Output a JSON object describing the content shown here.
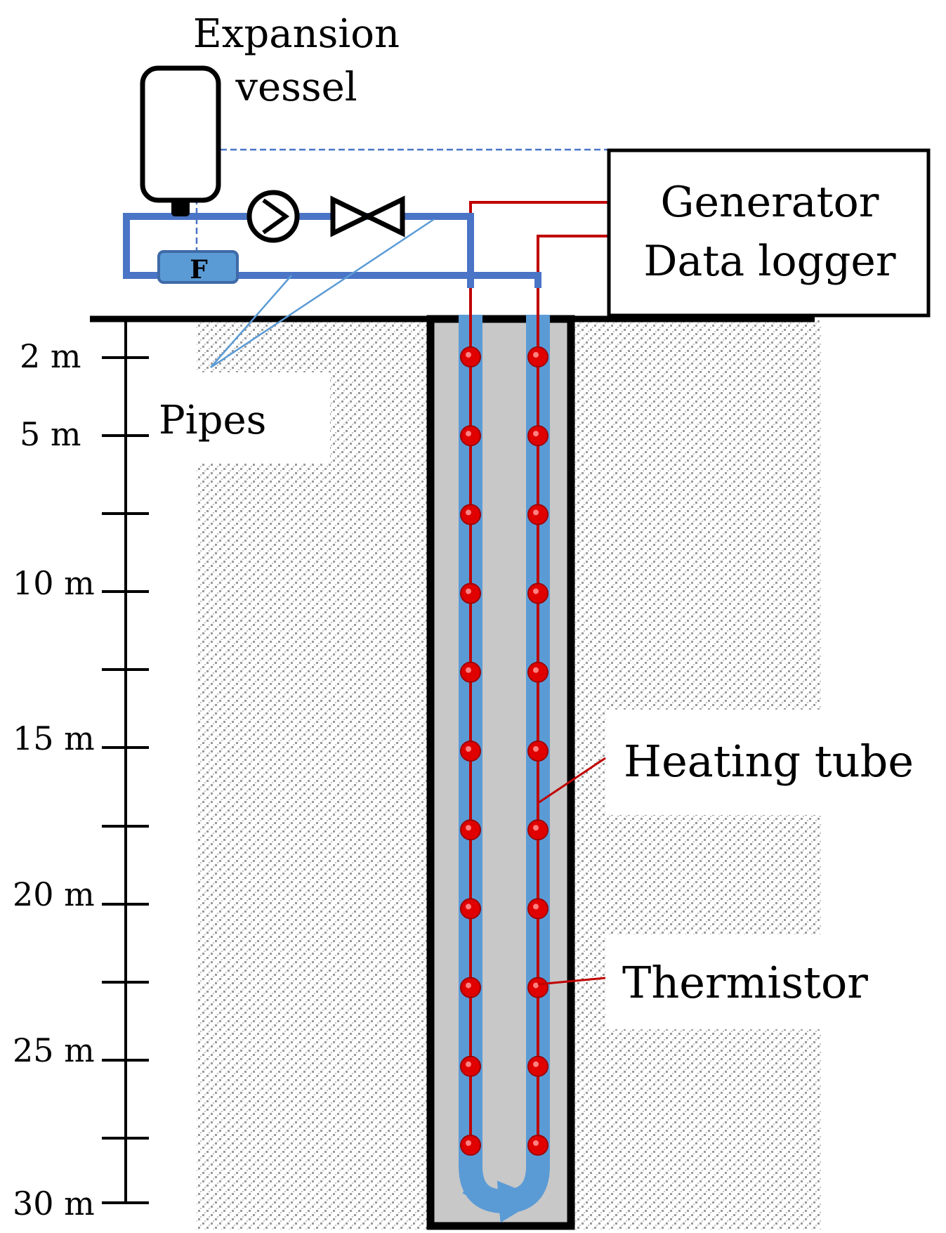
{
  "labels": {
    "expansion_vessel_line1": "Expansion",
    "expansion_vessel_line2": "vessel",
    "generator_line1": "Generator",
    "generator_line2": "Data logger",
    "flowmeter": "F",
    "pipes": "Pipes",
    "heating_tube": "Heating tube",
    "thermistor": "Thermistor"
  },
  "depth_scale": {
    "unit": "m",
    "labels": [
      "2 m",
      "5 m",
      "10 m",
      "15 m",
      "20 m",
      "25 m",
      "30 m"
    ]
  },
  "colors": {
    "pipe_blue": "#4a74c6",
    "tube_blue": "#5b9bd5",
    "wire_red": "#c00000",
    "thermistor_red": "#e00000",
    "borehole_fill": "#c8c8c8",
    "ground_dots": "#9a9a9a"
  },
  "thermistors": {
    "count_per_leg": 11
  }
}
